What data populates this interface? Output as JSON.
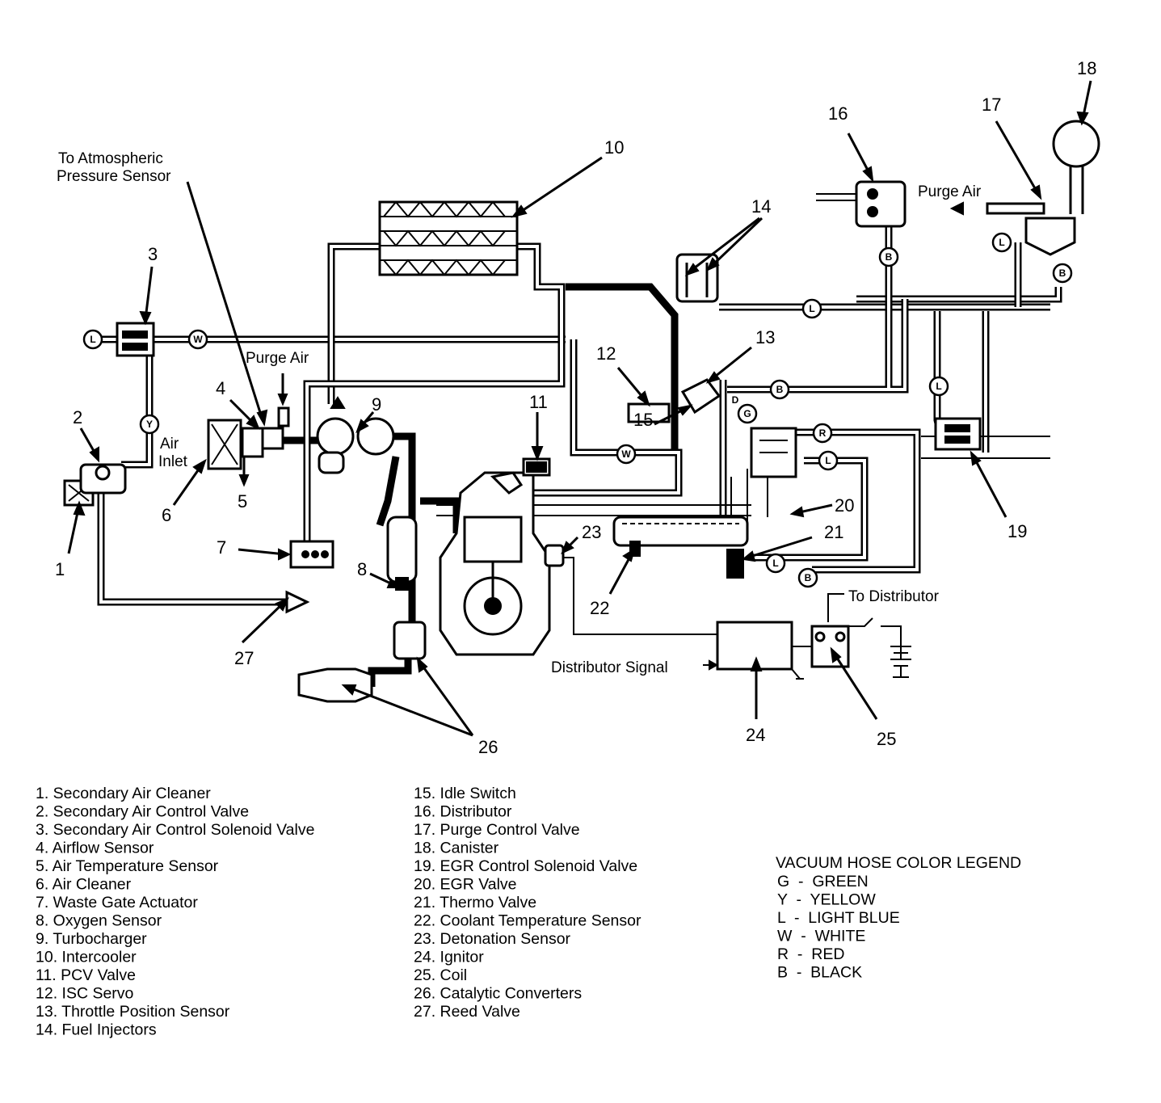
{
  "callouts": [
    "1",
    "2",
    "3",
    "4",
    "5",
    "6",
    "7",
    "8",
    "9",
    "10",
    "11",
    "12",
    "13",
    "14",
    "15",
    "16",
    "17",
    "18",
    "19",
    "20",
    "21",
    "22",
    "23",
    "24",
    "25",
    "26",
    "27"
  ],
  "labels": {
    "to_atmospheric_line1": "To Atmospheric",
    "to_atmospheric_line2": "Pressure Sensor",
    "purge_air_left": "Purge Air",
    "purge_air_right": "Purge Air",
    "air_inlet_line1": "Air",
    "air_inlet_line2": "Inlet",
    "to_distributor": "To Distributor",
    "distributor_signal": "Distributor Signal"
  },
  "hose_badges": [
    "L",
    "W",
    "Y",
    "L",
    "B",
    "L",
    "B",
    "B",
    "G",
    "R",
    "L",
    "L",
    "L",
    "B",
    "W",
    "D"
  ],
  "component_legend": [
    "1. Secondary Air Cleaner",
    "2. Secondary Air Control Valve",
    "3. Secondary Air Control Solenoid Valve",
    "4. Airflow Sensor",
    "5. Air Temperature Sensor",
    "6. Air Cleaner",
    "7. Waste Gate Actuator",
    "8. Oxygen Sensor",
    "9. Turbocharger",
    "10. Intercooler",
    "11. PCV Valve",
    "12. ISC Servo",
    "13. Throttle Position Sensor",
    "14. Fuel Injectors",
    "15. Idle Switch",
    "16. Distributor",
    "17. Purge Control Valve",
    "18. Canister",
    "19. EGR Control Solenoid Valve",
    "20. EGR Valve",
    "21. Thermo Valve",
    "22. Coolant Temperature Sensor",
    "23. Detonation Sensor",
    "24. Ignitor",
    "25. Coil",
    "26. Catalytic Converters",
    "27. Reed Valve"
  ],
  "color_legend": {
    "title": "VACUUM HOSE COLOR LEGEND",
    "entries": [
      "G  -  GREEN",
      "Y  -  YELLOW",
      "L  -  LIGHT BLUE",
      "W  -  WHITE",
      "R  -  RED",
      "B  -  BLACK"
    ]
  }
}
